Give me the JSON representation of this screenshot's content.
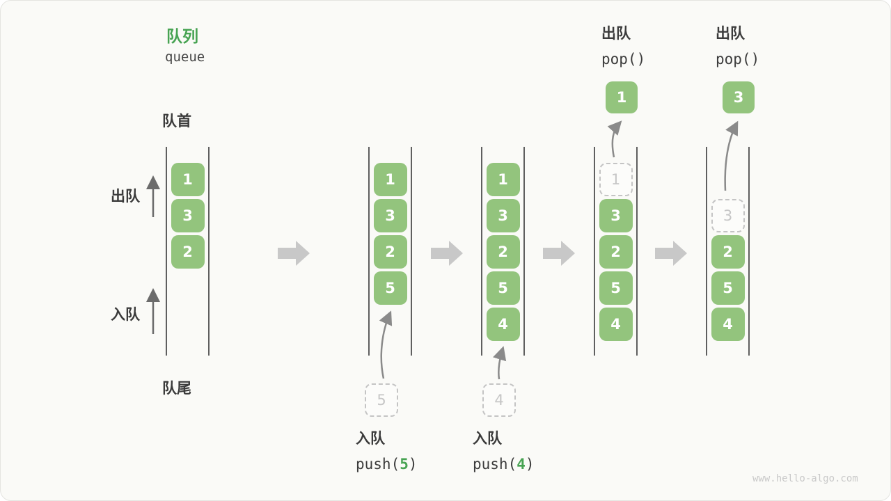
{
  "title": {
    "zh": "队列",
    "en": "queue"
  },
  "labels": {
    "front": "队首",
    "rear": "队尾",
    "dequeue": "出队",
    "enqueue": "入队"
  },
  "colors": {
    "green": "#93C47D",
    "title_green": "#47A352",
    "block_arrow": "#C8C8C8",
    "line": "#5F5F5F",
    "text": "#3B3B3B",
    "ghost": "#C4C4C4"
  },
  "queues": {
    "q1": {
      "values": [
        "1",
        "3",
        "2"
      ]
    },
    "q2": {
      "values": [
        "1",
        "3",
        "2",
        "5"
      ]
    },
    "q3": {
      "values": [
        "1",
        "3",
        "2",
        "5",
        "4"
      ]
    },
    "q4": {
      "ghost": "1",
      "values": [
        "3",
        "2",
        "5",
        "4"
      ]
    },
    "q5": {
      "ghost": "3",
      "values": [
        "2",
        "5",
        "4"
      ]
    }
  },
  "operations": {
    "push5": {
      "label": "入队",
      "code_pre": "push(",
      "arg": "5",
      "code_post": ")",
      "staged_value": "5"
    },
    "push4": {
      "label": "入队",
      "code_pre": "push(",
      "arg": "4",
      "code_post": ")",
      "staged_value": "4"
    },
    "pop1": {
      "label": "出队",
      "code": "pop()",
      "popped_value": "1"
    },
    "pop2": {
      "label": "出队",
      "code": "pop()",
      "popped_value": "3"
    }
  },
  "watermark": "www.hello-algo.com"
}
